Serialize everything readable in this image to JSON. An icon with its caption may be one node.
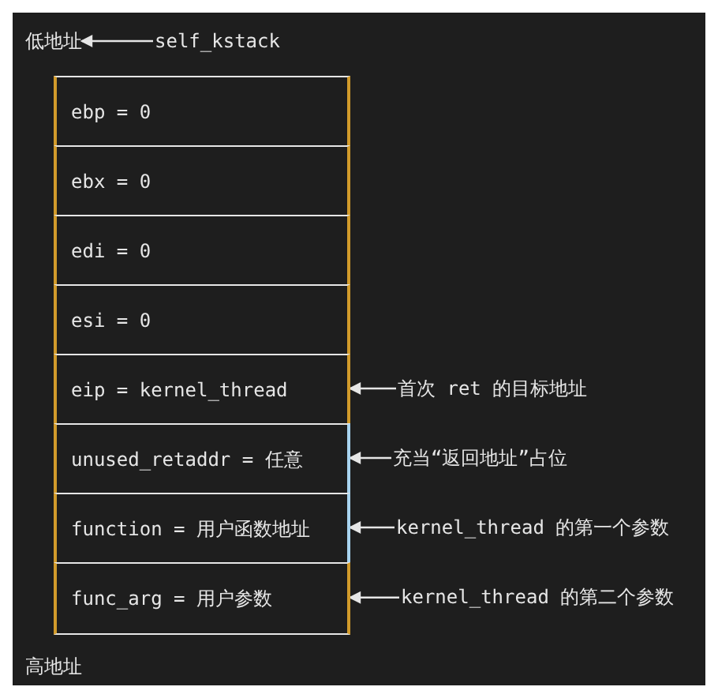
{
  "diagram": {
    "nodes": [
      {
        "text": [
          "低地址"
        ]
      },
      {
        "text": [
          "self_kstack"
        ]
      },
      {
        "text": [
          "ebp = 0"
        ]
      },
      {
        "text": [
          "ebx = 0"
        ]
      },
      {
        "text": [
          "edi = 0"
        ]
      },
      {
        "text": [
          "esi = 0"
        ]
      },
      {
        "text": [
          "eip = kernel_thread"
        ]
      },
      {
        "text": [
          "首次 ret 的目标地址"
        ]
      },
      {
        "text": [
          "unused_retaddr = 任意"
        ]
      },
      {
        "text": [
          "充当“返回地址”占位"
        ]
      },
      {
        "text": [
          "function = 用户函数地址"
        ]
      },
      {
        "text": [
          "kernel_thread 的第一个参数"
        ]
      },
      {
        "text": [
          "func_arg = 用户参数"
        ]
      },
      {
        "text": [
          "kernel_thread 的第二个参数"
        ]
      }
    ],
    "edges": [
      {
        "from": 1,
        "to": 0,
        "arrow": "to"
      },
      {
        "from": 7,
        "to": 6,
        "arrow": "to"
      },
      {
        "from": 9,
        "to": 8,
        "arrow": "to"
      },
      {
        "from": 11,
        "to": 10,
        "arrow": "to"
      },
      {
        "from": 13,
        "to": 12,
        "arrow": "to"
      }
    ],
    "labels": [
      "高地址"
    ]
  }
}
